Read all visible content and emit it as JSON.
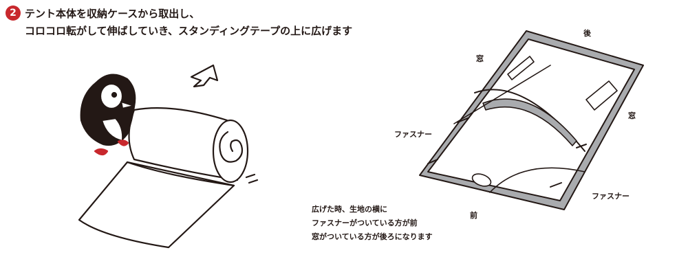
{
  "step": {
    "number": "2",
    "line1": "テント本体を収納ケースから取出し、",
    "line2": "コロコロ転がして伸ばしていき、スタンディングテープの上に広げます"
  },
  "labels": {
    "back": "後",
    "window_left": "窓",
    "window_right": "窓",
    "zipper_left": "ファスナー",
    "zipper_right": "ファスナー",
    "front": "前"
  },
  "note": {
    "line1": "広げた時、生地の横に",
    "line2": "ファスナーがついている方が前",
    "line3": "窓がついている方が後ろになります"
  },
  "colors": {
    "badge": "#c8282d",
    "line": "#231815",
    "tent_edge": "#a9abae",
    "penguin_feet": "#c8282d"
  }
}
